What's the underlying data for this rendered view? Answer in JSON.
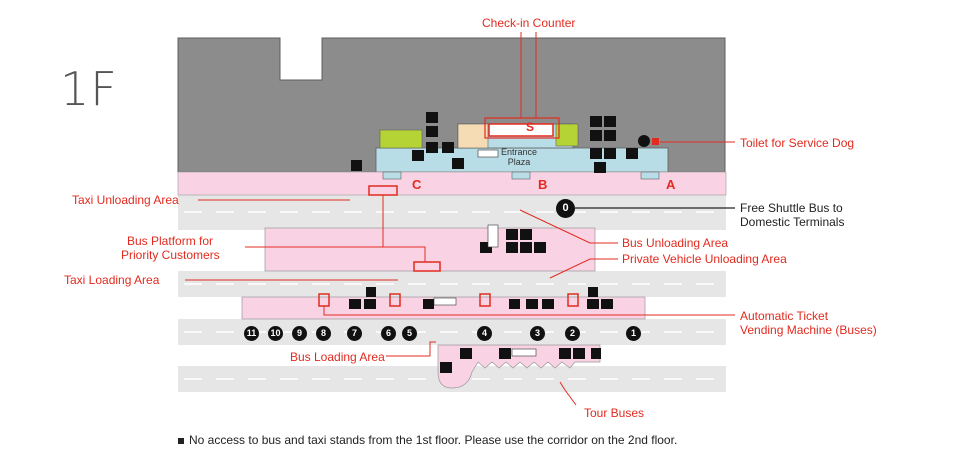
{
  "floor_label": "1F",
  "labels": {
    "check_in_counter": "Check-in Counter",
    "toilet_service_dog": "Toilet for Service Dog",
    "taxi_unloading": "Taxi Unloading Area",
    "free_shuttle_line1": "Free Shuttle Bus to",
    "free_shuttle_line2": "Domestic Terminals",
    "bus_priority_line1": "Bus Platform for",
    "bus_priority_line2": "Priority Customers",
    "bus_unloading": "Bus Unloading Area",
    "private_vehicle_unloading": "Private Vehicle Unloading Area",
    "taxi_loading": "Taxi Loading Area",
    "ticket_machine_line1": "Automatic Ticket",
    "ticket_machine_line2": "Vending Machine (Buses)",
    "bus_loading": "Bus Loading Area",
    "tour_buses": "Tour Buses"
  },
  "entrance_plaza_line1": "Entrance",
  "entrance_plaza_line2": "Plaza",
  "counter_s": "S",
  "entrances": {
    "a": "A",
    "b": "B",
    "c": "C"
  },
  "shuttle_stop": "0",
  "bus_stops": [
    "11",
    "10",
    "9",
    "8",
    "7",
    "6",
    "5",
    "4",
    "3",
    "2",
    "1"
  ],
  "note": "No access to bus and taxi stands from the 1st floor. Please use the corridor on the 2nd floor.",
  "colors": {
    "accent": "#e22b1f",
    "building": "#8c8c8c",
    "pink": "#f9d3e4",
    "road": "#e6e6e6",
    "plaza": "#b9dde6"
  }
}
